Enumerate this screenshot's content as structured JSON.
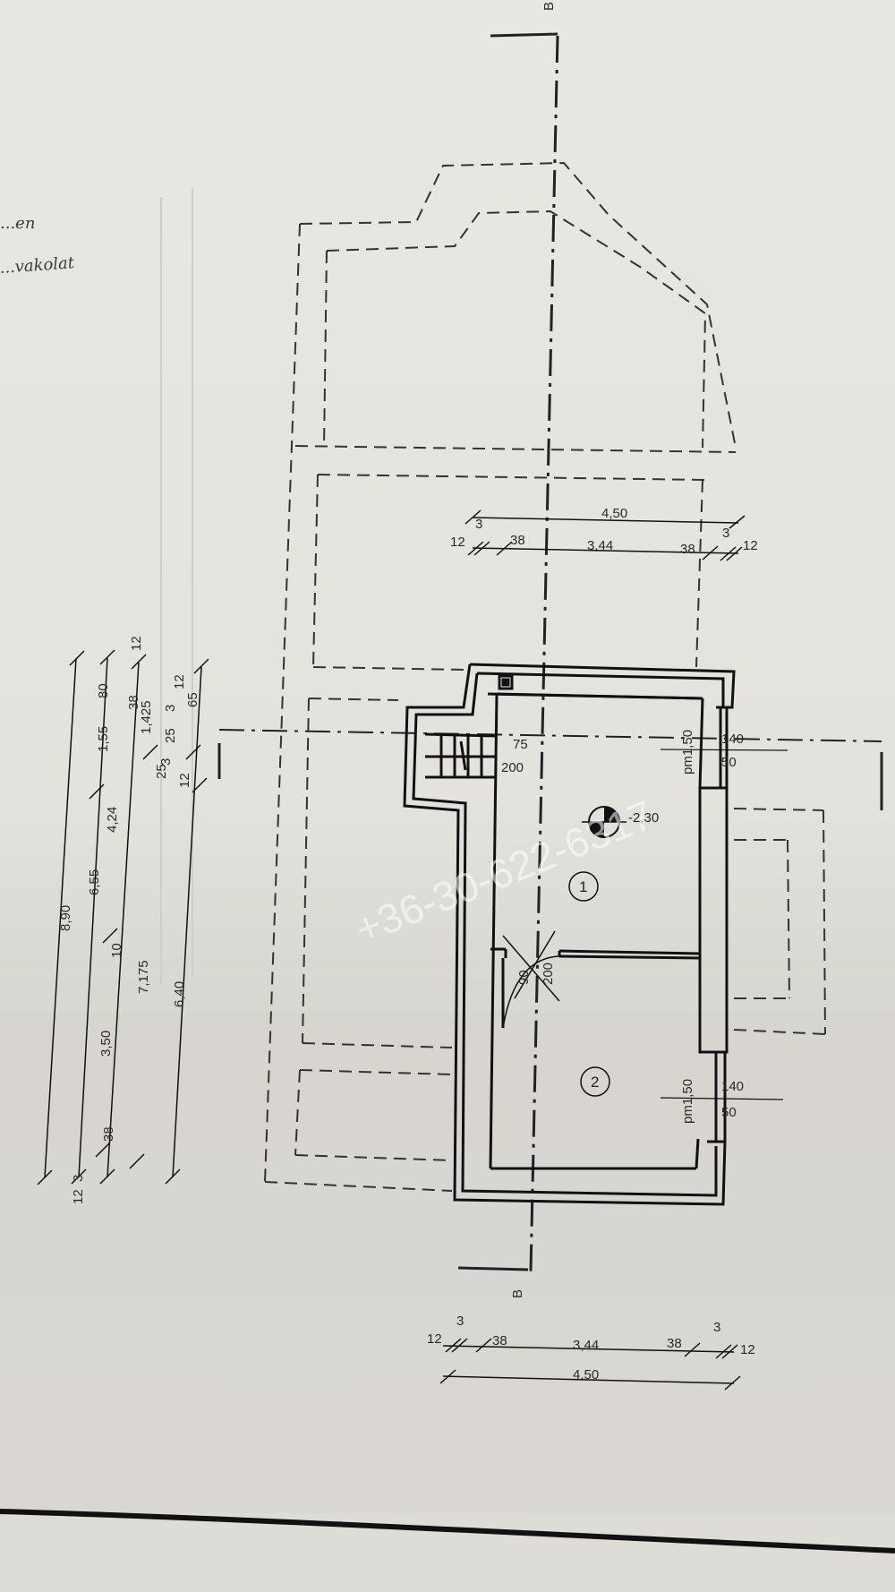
{
  "sheet": {
    "section_marks": [
      "B",
      "B"
    ],
    "handwritten_notes": [
      "...en",
      "...vakolat"
    ],
    "watermark_phone": "+36-30-622-6317",
    "level_marker": "-2,30",
    "rooms": [
      "1",
      "2"
    ],
    "window_labels": [
      {
        "upper": "140",
        "lower": "50",
        "side": "pm1,50"
      },
      {
        "upper": "140",
        "lower": "50",
        "side": "pm1,50"
      }
    ],
    "stair_labels": {
      "width": "75",
      "length": "200"
    },
    "door_labels": {
      "width": "90",
      "height": "200"
    }
  },
  "dims": {
    "top_total": "4,50",
    "top_parts": [
      "12",
      "3",
      "38",
      "3,44",
      "38",
      "3",
      "12"
    ],
    "bottom_total": "4,50",
    "bottom_parts": [
      "12",
      "3",
      "38",
      "3,44",
      "38",
      "3",
      "12"
    ],
    "left_chain1": "8,90",
    "left_chain2": [
      "6,55",
      "3",
      "12",
      "80"
    ],
    "left_chain3": [
      "1,55",
      "4,24",
      "3,50",
      "38",
      "38",
      "3",
      "12"
    ],
    "left_chain4": [
      "10",
      "7,175",
      "1,425",
      "25",
      "3",
      "12",
      "25",
      "3",
      "12",
      "65",
      "6,40"
    ]
  }
}
